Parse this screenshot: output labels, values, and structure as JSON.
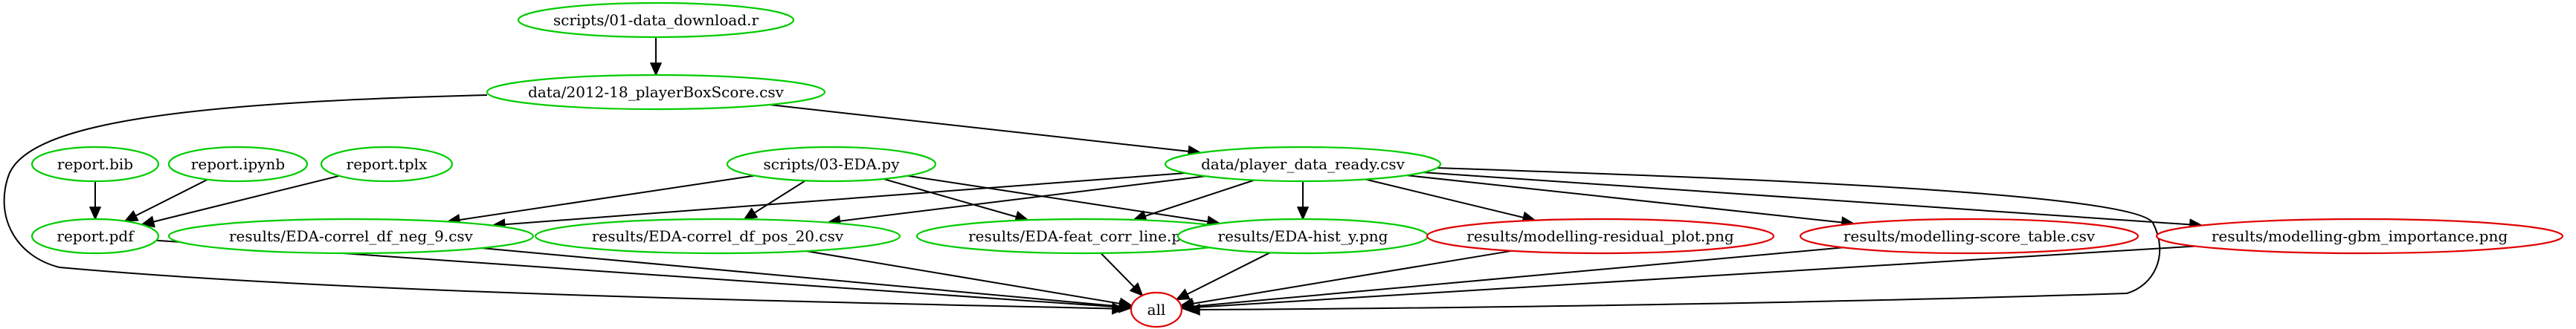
{
  "graph": {
    "type": "dependency-graph",
    "node_colors": {
      "up_to_date": "#00cc00",
      "outdated": "#e00000"
    },
    "nodes": [
      {
        "id": "n_download",
        "label": "scripts/01-data_download.r",
        "status": "up_to_date"
      },
      {
        "id": "n_boxscore",
        "label": "data/2012-18_playerBoxScore.csv",
        "status": "up_to_date"
      },
      {
        "id": "n_bib",
        "label": "report.bib",
        "status": "up_to_date"
      },
      {
        "id": "n_ipynb",
        "label": "report.ipynb",
        "status": "up_to_date"
      },
      {
        "id": "n_tplx",
        "label": "report.tplx",
        "status": "up_to_date"
      },
      {
        "id": "n_eda",
        "label": "scripts/03-EDA.py",
        "status": "up_to_date"
      },
      {
        "id": "n_ready",
        "label": "data/player_data_ready.csv",
        "status": "up_to_date"
      },
      {
        "id": "n_pdf",
        "label": "report.pdf",
        "status": "up_to_date"
      },
      {
        "id": "n_neg9",
        "label": "results/EDA-correl_df_neg_9.csv",
        "status": "up_to_date"
      },
      {
        "id": "n_pos20",
        "label": "results/EDA-correl_df_pos_20.csv",
        "status": "up_to_date"
      },
      {
        "id": "n_feat",
        "label": "results/EDA-feat_corr_line.png",
        "status": "up_to_date"
      },
      {
        "id": "n_hist",
        "label": "results/EDA-hist_y.png",
        "status": "up_to_date"
      },
      {
        "id": "n_resid",
        "label": "results/modelling-residual_plot.png",
        "status": "outdated"
      },
      {
        "id": "n_score",
        "label": "results/modelling-score_table.csv",
        "status": "outdated"
      },
      {
        "id": "n_gbm",
        "label": "results/modelling-gbm_importance.png",
        "status": "outdated"
      },
      {
        "id": "n_all",
        "label": "all",
        "status": "outdated"
      }
    ],
    "edges": [
      {
        "from": "n_download",
        "to": "n_boxscore"
      },
      {
        "from": "n_boxscore",
        "to": "n_ready"
      },
      {
        "from": "n_boxscore",
        "to": "n_all"
      },
      {
        "from": "n_bib",
        "to": "n_pdf"
      },
      {
        "from": "n_ipynb",
        "to": "n_pdf"
      },
      {
        "from": "n_tplx",
        "to": "n_pdf"
      },
      {
        "from": "n_eda",
        "to": "n_neg9"
      },
      {
        "from": "n_eda",
        "to": "n_pos20"
      },
      {
        "from": "n_eda",
        "to": "n_feat"
      },
      {
        "from": "n_eda",
        "to": "n_hist"
      },
      {
        "from": "n_ready",
        "to": "n_neg9"
      },
      {
        "from": "n_ready",
        "to": "n_pos20"
      },
      {
        "from": "n_ready",
        "to": "n_feat"
      },
      {
        "from": "n_ready",
        "to": "n_hist"
      },
      {
        "from": "n_ready",
        "to": "n_resid"
      },
      {
        "from": "n_ready",
        "to": "n_score"
      },
      {
        "from": "n_ready",
        "to": "n_gbm"
      },
      {
        "from": "n_ready",
        "to": "n_all"
      },
      {
        "from": "n_pdf",
        "to": "n_all"
      },
      {
        "from": "n_neg9",
        "to": "n_all"
      },
      {
        "from": "n_pos20",
        "to": "n_all"
      },
      {
        "from": "n_feat",
        "to": "n_all"
      },
      {
        "from": "n_hist",
        "to": "n_all"
      },
      {
        "from": "n_resid",
        "to": "n_all"
      },
      {
        "from": "n_score",
        "to": "n_all"
      },
      {
        "from": "n_gbm",
        "to": "n_all"
      }
    ]
  }
}
